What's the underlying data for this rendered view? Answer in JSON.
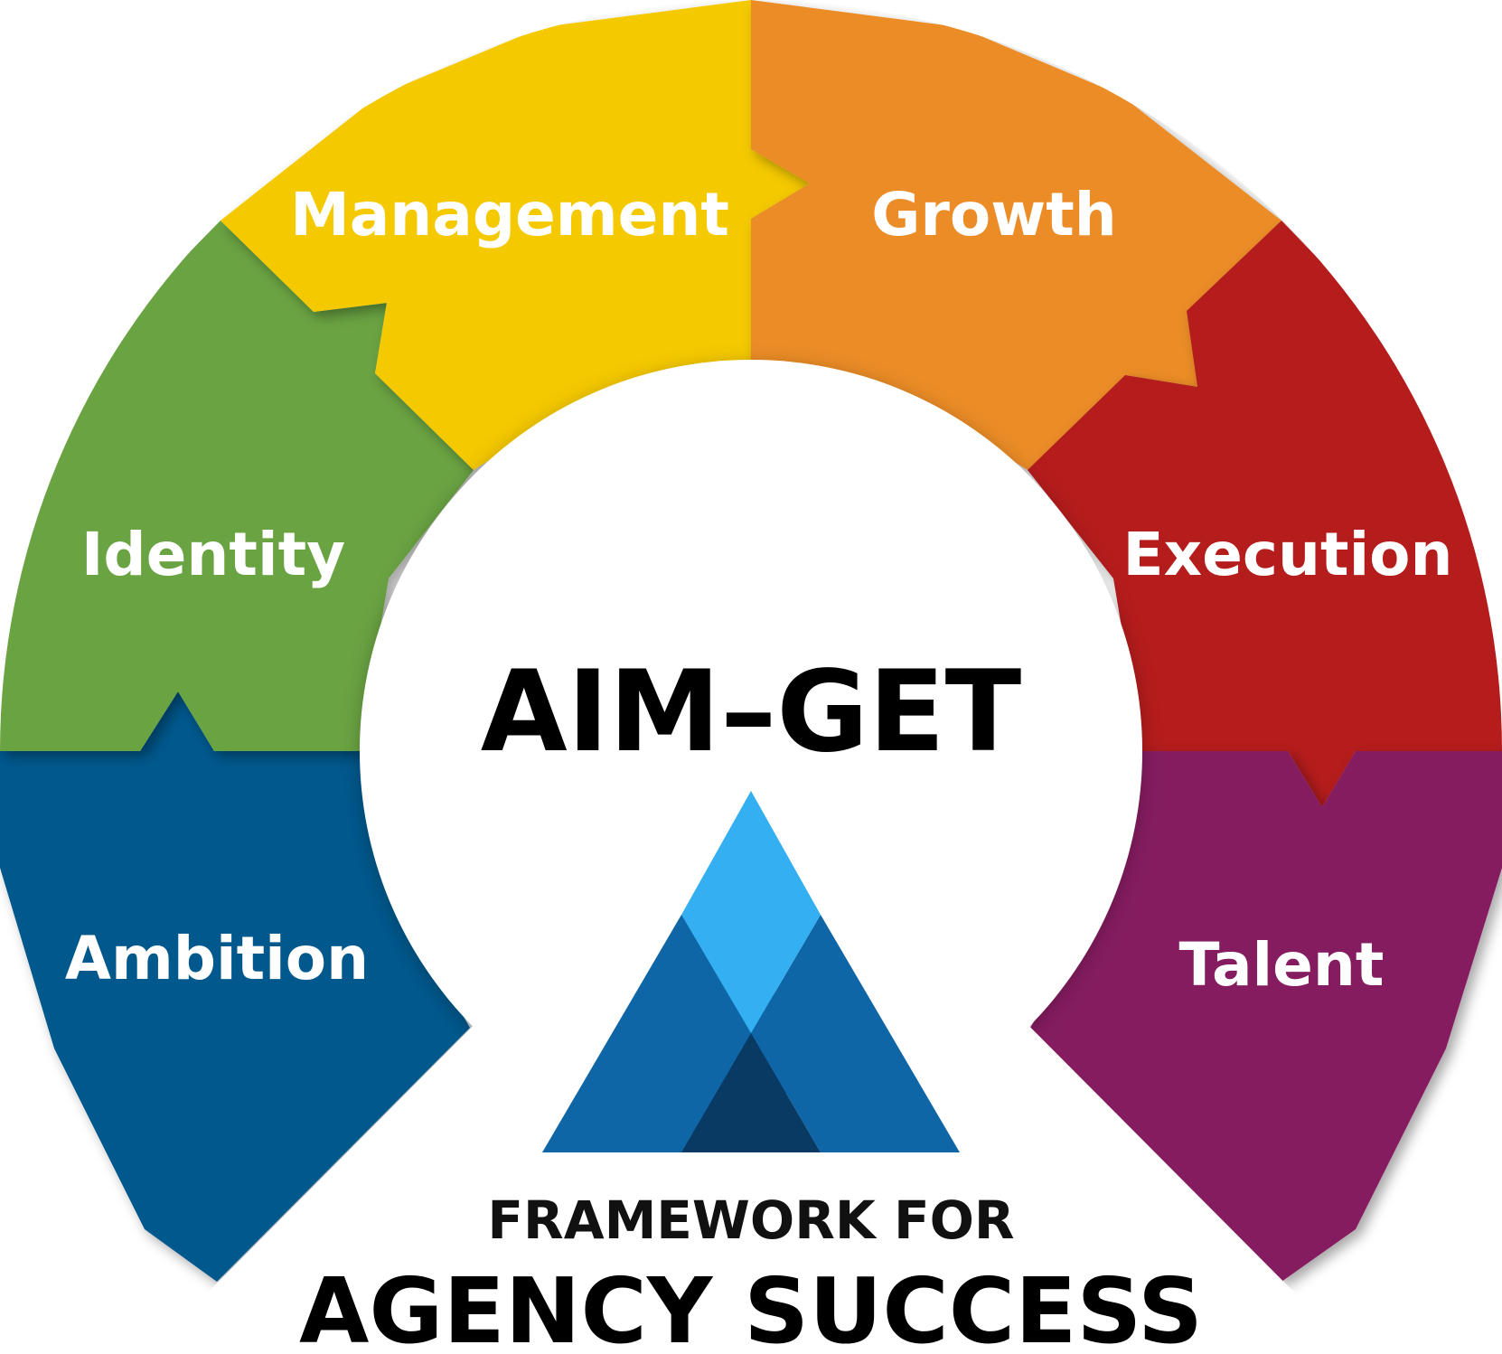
{
  "segments": [
    {
      "label": "Ambition",
      "color": "#03598C"
    },
    {
      "label": "Identity",
      "color": "#6BA342"
    },
    {
      "label": "Management",
      "color": "#F5C900"
    },
    {
      "label": "Growth",
      "color": "#EB8C28"
    },
    {
      "label": "Execution",
      "color": "#B51B1E"
    },
    {
      "label": "Talent",
      "color": "#851E60"
    }
  ],
  "center": {
    "title": "AIM–GET",
    "subtitle_line1": "FRAMEWORK FOR",
    "subtitle_line2": "AGENCY SUCCESS"
  },
  "logo": {
    "icon": "mountain-triangle-icon",
    "colors": {
      "top": "#33AFF2",
      "middle": "#0F66A6",
      "bottom": "#093A63"
    }
  }
}
